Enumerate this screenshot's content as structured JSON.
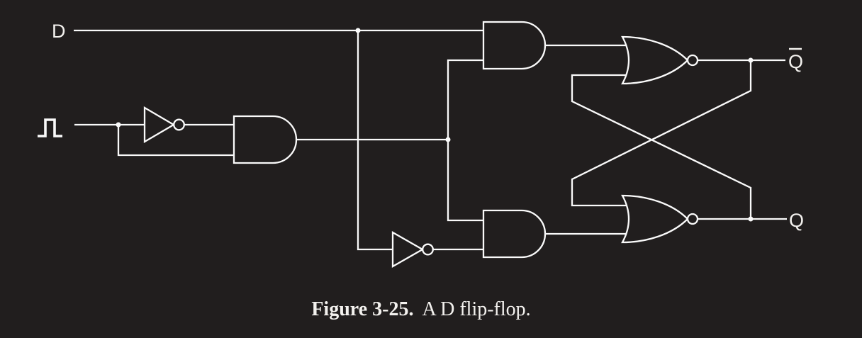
{
  "canvas": {
    "background": "#211e1e",
    "wire_color": "#fafafa",
    "text_color": "#f3f1ee"
  },
  "labels": {
    "d_input": "D",
    "q_bar_output": "Q",
    "q_output": "Q"
  },
  "caption": {
    "figure_label": "Figure 3-25.",
    "figure_text": "A D flip-flop."
  }
}
